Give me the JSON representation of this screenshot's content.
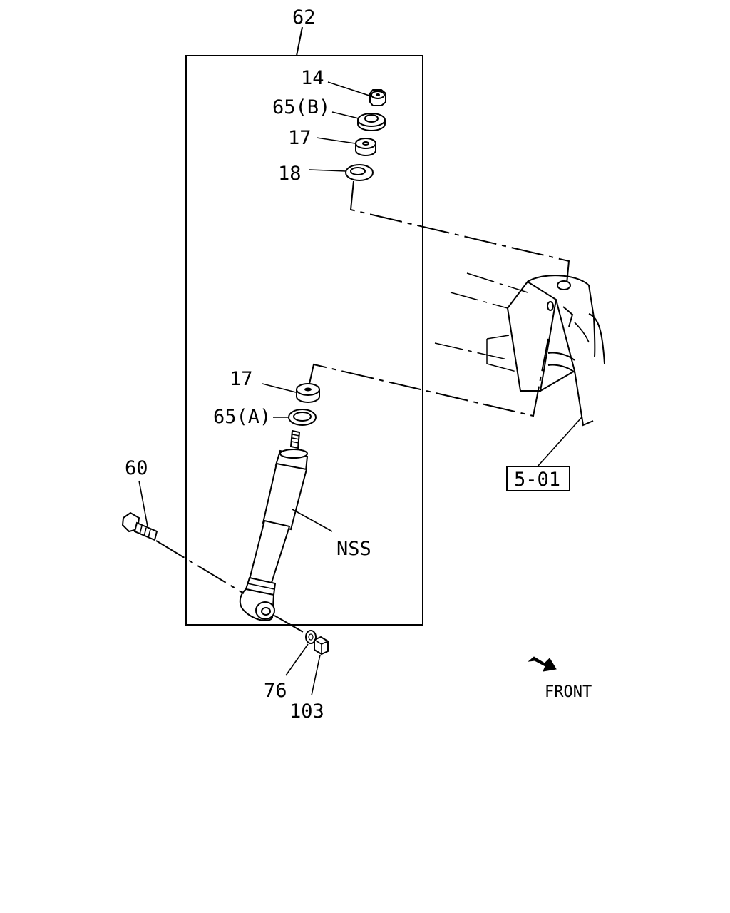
{
  "diagram": {
    "callouts": {
      "kit": "62",
      "nut_top": "14",
      "washer_b": "65(B)",
      "bushing_upper": "17",
      "retainer": "18",
      "bushing_lower": "17",
      "washer_a": "65(A)",
      "bolt": "60",
      "shock_absorber": "NSS",
      "lock_washer": "76",
      "nut_bottom": "103",
      "frame_reference": "5-01"
    },
    "direction_indicator": "FRONT"
  }
}
